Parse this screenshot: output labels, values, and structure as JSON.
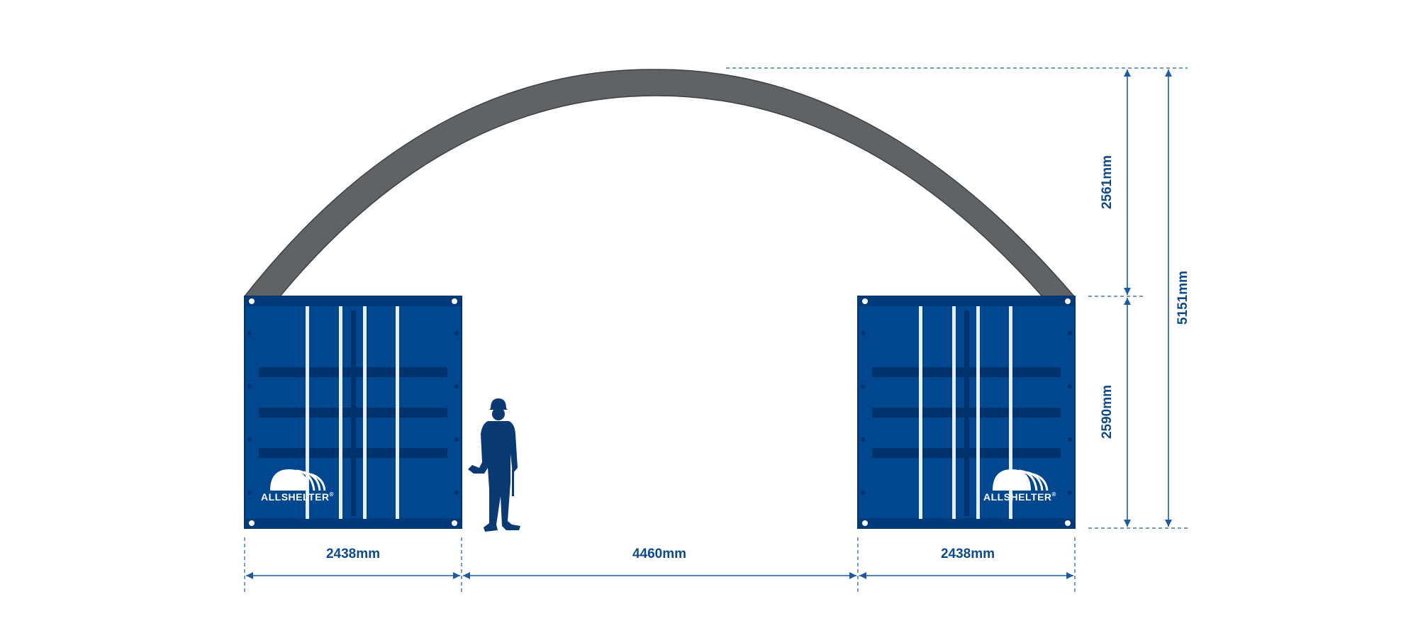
{
  "colors": {
    "container": "#00478f",
    "container_dark": "#00326b",
    "arch": "#5f6365",
    "dimension": "#1e5aa0",
    "dimension_text": "#0d4a8a",
    "person": "#0b3a73",
    "logo": "#ffffff"
  },
  "dimensions": {
    "left_container_width": "2438mm",
    "gap_width": "4460mm",
    "right_container_width": "2438mm",
    "arch_height": "2561mm",
    "container_height": "2590mm",
    "total_height": "5151mm"
  },
  "brand": {
    "left_logo": "ALLSHELTER",
    "right_logo": "ALLSHELTER",
    "trademark": "®"
  },
  "icons": {
    "person": "worker-silhouette-icon",
    "logo": "allshelter-arch-logo-icon"
  }
}
